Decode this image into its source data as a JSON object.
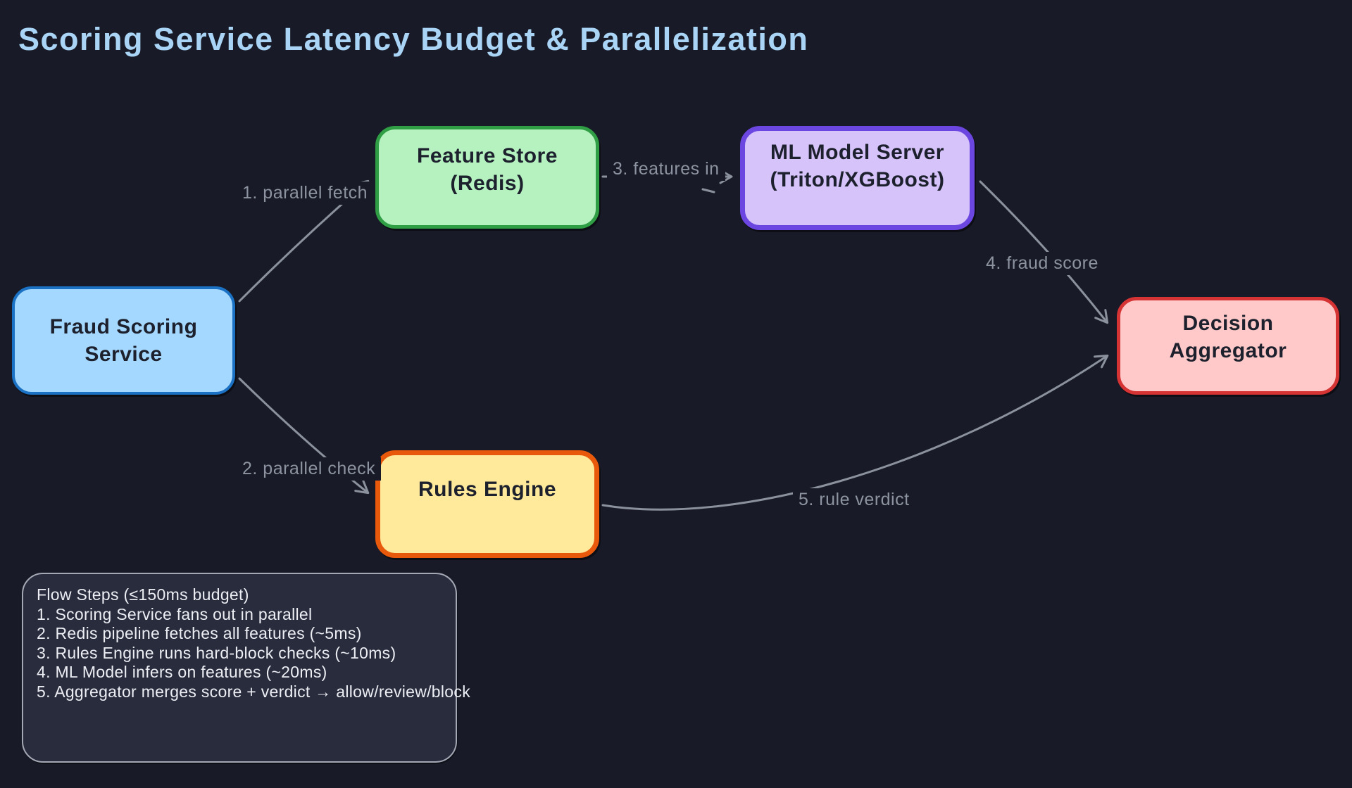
{
  "title": "Scoring Service Latency Budget & Parallelization",
  "colors": {
    "background": "#181b27",
    "title": "#a9d4f5",
    "edge": "#8b919d",
    "edge_label": "#8d93a0",
    "node_text": "#1d212d",
    "notes_fill": "#292c3d",
    "notes_border": "#a3a8b4",
    "notes_text": "#eceef4"
  },
  "nodes": [
    {
      "id": "fraud-scoring-service",
      "label": "Fraud Scoring\nService",
      "fill": "#a5d8ff",
      "border": "#1b72c4"
    },
    {
      "id": "feature-store",
      "label": "Feature Store\n(Redis)",
      "fill": "#b5f2bf",
      "border": "#2f9e44"
    },
    {
      "id": "ml-model-server",
      "label": "ML Model Server\n(Triton/XGBoost)",
      "fill": "#d5c3fa",
      "border": "#6b46e0"
    },
    {
      "id": "rules-engine",
      "label": "Rules Engine",
      "fill": "#ffe99a",
      "border": "#e8590c"
    },
    {
      "id": "decision-aggregator",
      "label": "Decision\nAggregator",
      "fill": "#ffc9c9",
      "border": "#d washed"
    }
  ],
  "edges": [
    {
      "from": "fraud-scoring-service",
      "to": "feature-store",
      "label": "1. parallel fetch"
    },
    {
      "from": "fraud-scoring-service",
      "to": "rules-engine",
      "label": "2. parallel check"
    },
    {
      "from": "feature-store",
      "to": "ml-model-server",
      "label": "3. features in"
    },
    {
      "from": "ml-model-server",
      "to": "decision-aggregator",
      "label": "4. fraud score"
    },
    {
      "from": "rules-engine",
      "to": "decision-aggregator",
      "label": "5. rule verdict"
    }
  ],
  "notes": {
    "lines": [
      "Flow Steps (≤150ms budget)",
      "1. Scoring Service fans out in parallel",
      "2. Redis pipeline fetches all features (~5ms)",
      "3. Rules Engine runs hard-block checks (~10ms)",
      "4. ML Model infers on features (~20ms)",
      "5. Aggregator merges score + verdict → allow/review/block"
    ]
  }
}
